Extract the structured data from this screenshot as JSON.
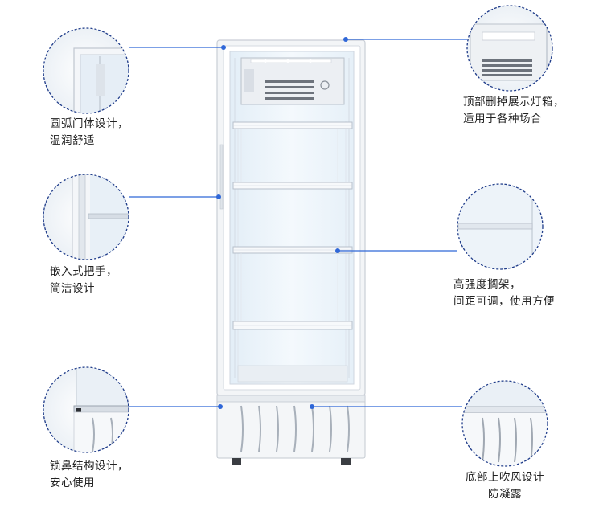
{
  "colors": {
    "leader_line": "#2f67d8",
    "ring_border": "#1f3c8a",
    "fridge_frame": "#e6e9ee",
    "fridge_glass": "#eef6fc",
    "caption_text": "#222222"
  },
  "features": [
    {
      "id": "curved-door",
      "lines": [
        "圆弧门体设计，",
        "温润舒适"
      ]
    },
    {
      "id": "embedded-handle",
      "lines": [
        "嵌入式把手，",
        "简洁设计"
      ]
    },
    {
      "id": "lock-structure",
      "lines": [
        "锁鼻结构设计，",
        "安心使用"
      ]
    },
    {
      "id": "top-lightbox",
      "lines": [
        "顶部删掉展示灯箱，",
        "适用于各种场合"
      ]
    },
    {
      "id": "shelves",
      "lines": [
        "高强度搁架，",
        "间距可调，使用方便"
      ]
    },
    {
      "id": "bottom-airflow",
      "lines": [
        "底部上吹风设计",
        "防凝露"
      ]
    }
  ]
}
